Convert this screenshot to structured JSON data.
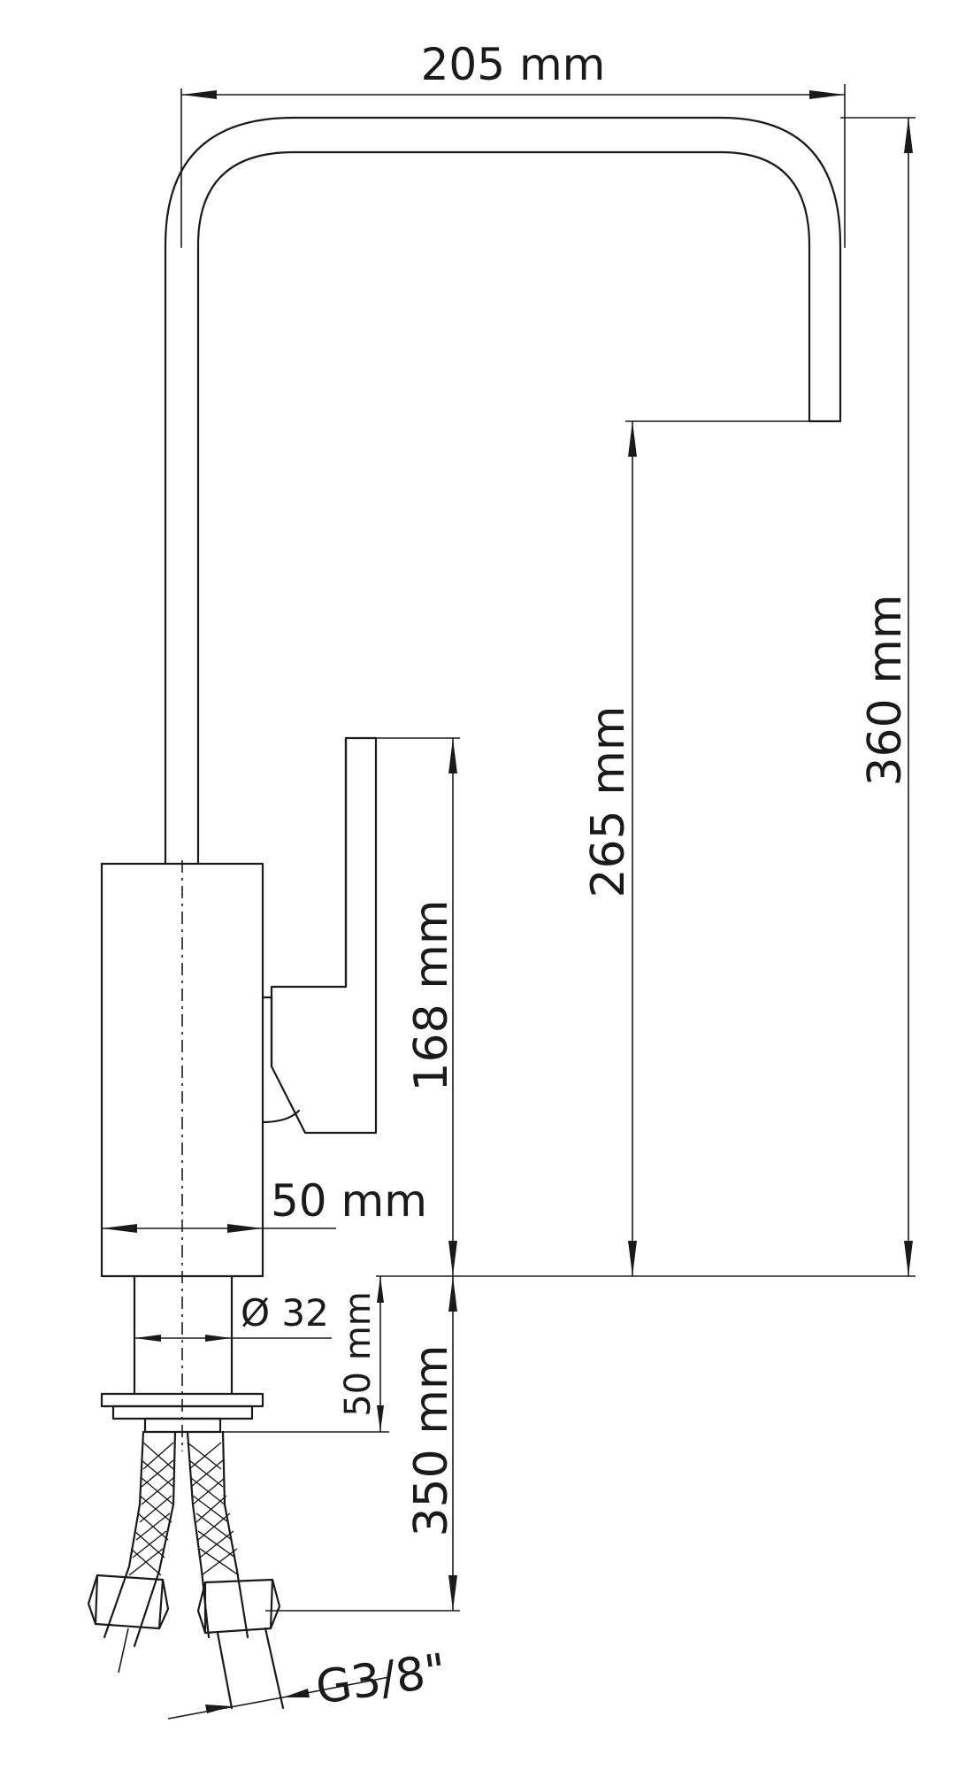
{
  "dimensions": {
    "width_top": "205 mm",
    "height_total": "360 mm",
    "height_spout": "265 mm",
    "height_lever": "168 mm",
    "body_width": "50 mm",
    "shank_diameter": "Ø 32",
    "shank_length": "50 mm",
    "hose_length": "350 mm",
    "thread": "G3/8\""
  }
}
